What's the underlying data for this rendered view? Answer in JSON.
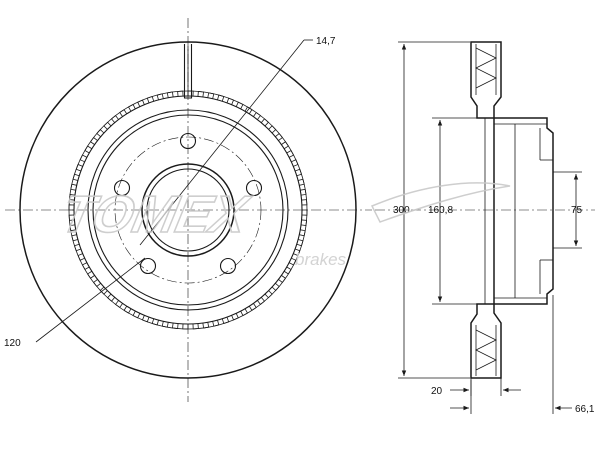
{
  "watermark": {
    "brand": "TOMEX",
    "sub": "brakes"
  },
  "dimensions": {
    "bolt_hole_dia": "14,7",
    "pitch_circle": "120",
    "outer_diameter": "300",
    "hat_diameter": "160,8",
    "center_bore": "75",
    "thickness": "20",
    "height": "66,1"
  }
}
